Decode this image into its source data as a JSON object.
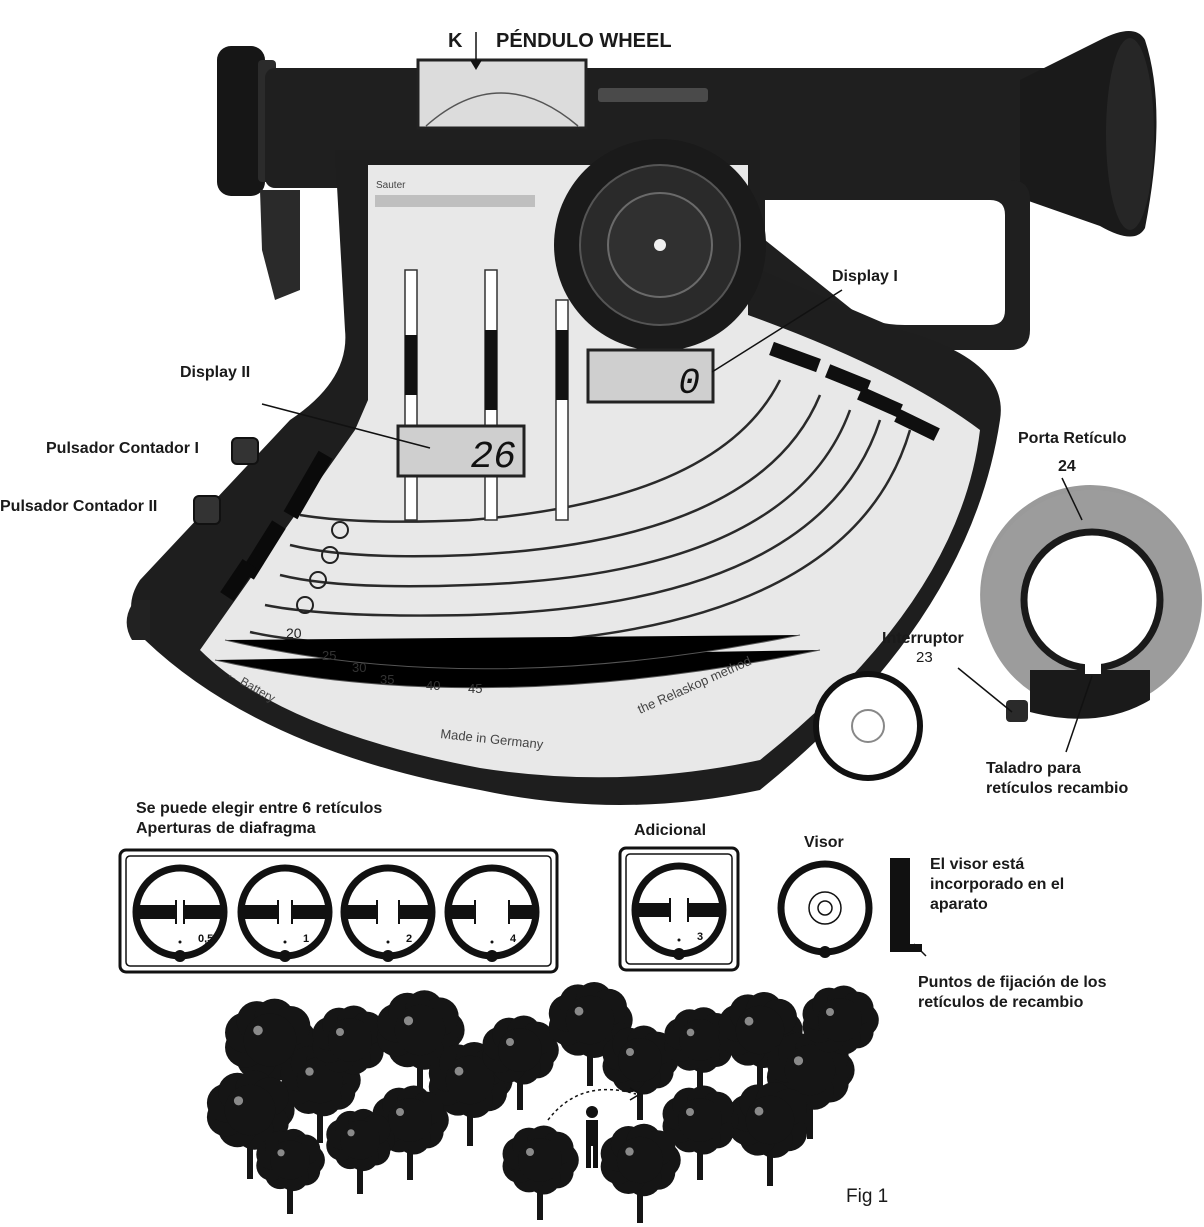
{
  "labels": {
    "k": "K",
    "pendulo_wheel": "PÉNDULO WHEEL",
    "display_1": "Display I",
    "display_2": "Display II",
    "pulsador_1": "Pulsador Contador I",
    "pulsador_2": "Pulsador Contador II",
    "porta_reticulo": "Porta Retículo",
    "porta_reticulo_num": "24",
    "interruptor": "Interruptor",
    "interruptor_num": "23",
    "taladro_line1": "Taladro para",
    "taladro_line2": "retículos recambio",
    "reticulos_line1": "Se puede elegir entre 6 retículos",
    "reticulos_line2": "Aperturas de diafragma",
    "adicional": "Adicional",
    "visor": "Visor",
    "visor_note_1": "El visor está",
    "visor_note_2": "incorporado en el",
    "visor_note_3": "aparato",
    "puntos_1": "Puntos de fijación de los",
    "puntos_2": "retículos de recambio",
    "fig": "Fig 1"
  },
  "device": {
    "display_1_value": "0",
    "display_2_value": "26",
    "scale_left_numbers": [
      "20",
      "25",
      "30",
      "35",
      "40",
      "45"
    ],
    "footer_left": "← Battery",
    "footer_center": "Made in Germany",
    "footer_right": "the Relaskop method",
    "header_small": "Sauter"
  },
  "reticles": [
    {
      "label": "0,5"
    },
    {
      "label": "1"
    },
    {
      "label": "2"
    },
    {
      "label": "4"
    }
  ],
  "additional_reticle": {
    "label": "3"
  },
  "colors": {
    "device_body": "#1e1e1e",
    "scale_face": "#e6e6e6",
    "display_bg": "#cfcfcf",
    "porta_ring": "#9a9a9a",
    "tree_fill": "#151515"
  }
}
